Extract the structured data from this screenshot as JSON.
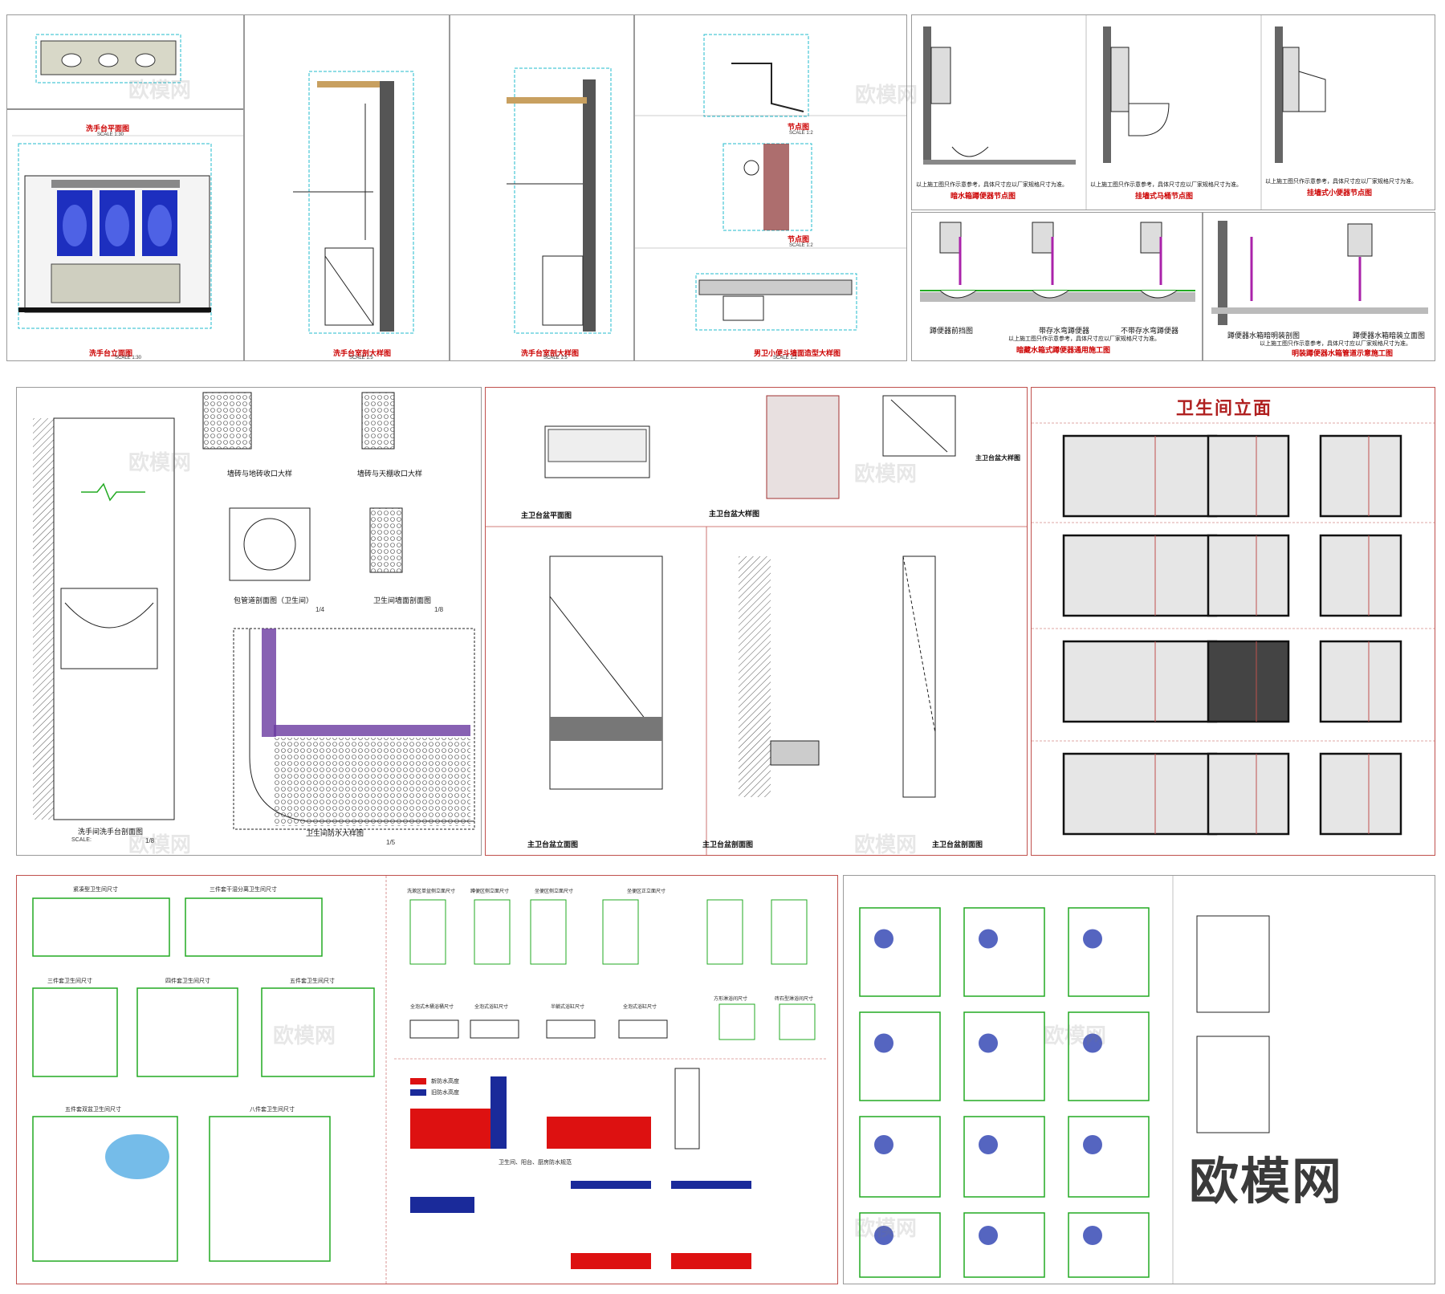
{
  "sheets_top": [
    {
      "caption": "洗手台平面图",
      "scale": "SCALE 1:30"
    },
    {
      "caption": "洗手台立面图",
      "scale": "SCALE 1:30"
    },
    {
      "caption": "洗手台室剖大样图",
      "scale": "SCALE 1:5"
    },
    {
      "caption": "洗手台室剖大样图",
      "scale": "SCALE 1:5"
    },
    {
      "caption": "节点图",
      "scale": "SCALE 1:2"
    },
    {
      "caption": "节点图",
      "scale": "SCALE 1:2"
    },
    {
      "caption": "男卫小便斗墙面造型大样图",
      "scale": "SCALE 1:2"
    }
  ],
  "toilet_nodes": [
    {
      "caption": "暗水箱蹲便器节点图",
      "note": "以上施工图只作示意参考，具体尺寸应以厂家规格尺寸为准。"
    },
    {
      "caption": "挂墙式马桶节点图",
      "note": "以上施工图只作示意参考，具体尺寸应以厂家规格尺寸为准。"
    },
    {
      "caption": "挂墙式小便器节点图",
      "note": "以上施工图只作示意参考，具体尺寸应以厂家规格尺寸为准。"
    }
  ],
  "squat_sheet": {
    "labels": [
      "蹲便器前挡图",
      "带存水弯蹲便器",
      "不带存水弯蹲便器"
    ],
    "note": "以上施工图只作示意参考，具体尺寸应以厂家规格尺寸为准。",
    "caption": "暗藏水箱式蹲便器通用施工图"
  },
  "tank_sheet": {
    "labels": [
      "蹲便器水箱暗明装剖图",
      "蹲便器水箱暗装立面图"
    ],
    "note": "以上施工图只作示意参考，具体尺寸应以厂家规格尺寸为准。",
    "caption": "明装蹲便器水箱管道示意施工图"
  },
  "mid_left": {
    "detail1": "墙砖与地砖收口大样",
    "detail2": "墙砖与天棚收口大样",
    "pipe_caption": "包管道剖面图（卫生间）",
    "pipe_scale": "1/4",
    "wall_caption": "卫生间墙面剖面图",
    "wall_scale": "1/8",
    "basin_caption": "洗手间洗手台剖面图",
    "basin_scale": "1/8",
    "waterproof_caption": "卫生间防水大样图",
    "waterproof_scale": "1/5",
    "scale_word": "SCALE:"
  },
  "mid_center": {
    "plan": "主卫台盆平面图",
    "detail_a": "主卫台盆大样图",
    "detail_b": "主卫台盆大样图",
    "elev": "主卫台盆立面图",
    "section_a": "主卫台盆剖面图",
    "section_b": "主卫台盆剖面图"
  },
  "elevations": {
    "title": "卫生间立面"
  },
  "bottom_left": {
    "titles": [
      "紧凑型卫生间尺寸",
      "三件套干湿分离卫生间尺寸",
      "三件套卫生间尺寸",
      "四件套卫生间尺寸",
      "五件套卫生间尺寸",
      "五件套双盆卫生间尺寸",
      "八件套卫生间尺寸"
    ]
  },
  "bottom_mid": {
    "titles": [
      "洗漱区单盆侧立面尺寸",
      "蹲便区侧立面尺寸",
      "坐便区侧立面尺寸",
      "坐便区正立面尺寸",
      "全泡式木桶浴桶尺寸",
      "全泡式浴缸尺寸",
      "半躺式浴缸尺寸",
      "全泡式浴缸尺寸",
      "方形淋浴间尺寸",
      "砖石型淋浴间尺寸"
    ],
    "legend_new": "新防水高度",
    "legend_old": "旧防水高度",
    "waterproof_title": "卫生间、阳台、厨房防水规范",
    "legend_colors": {
      "new": "#dd1111",
      "old": "#1a2a9a"
    }
  },
  "logo": "欧模网",
  "watermarks": [
    "欧模网",
    "欧模网",
    "欧模网",
    "欧模网",
    "欧模网",
    "欧模网",
    "欧模网",
    "欧模网",
    "欧模网"
  ]
}
